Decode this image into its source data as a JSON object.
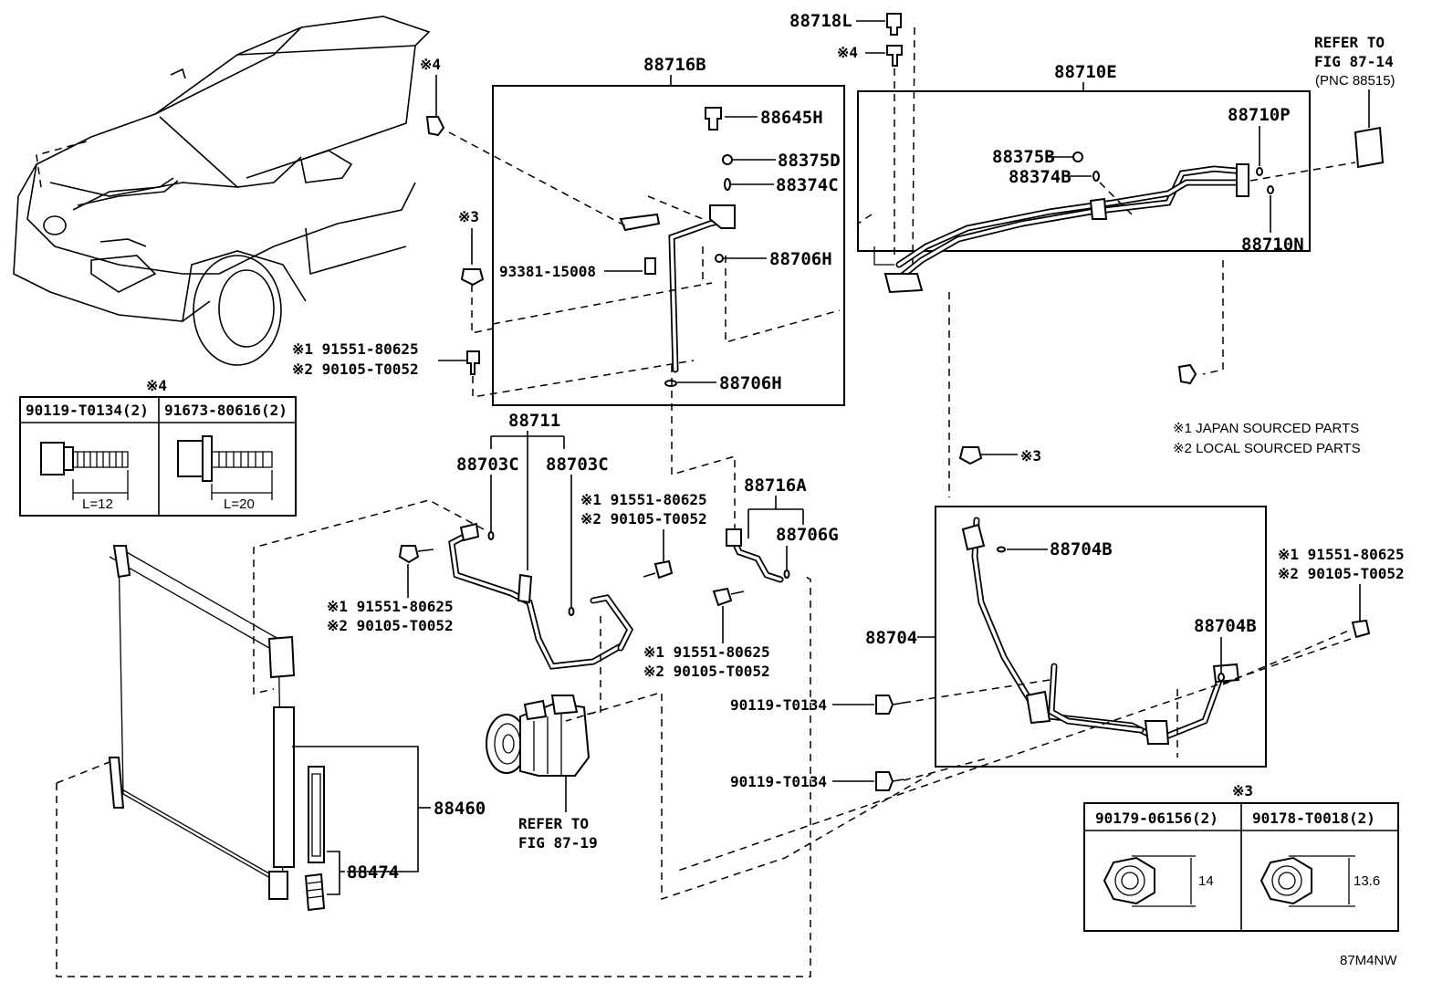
{
  "labels": {
    "p88718L": "88718L",
    "mark4_top": "※4",
    "p88716B": "88716B",
    "p88710E": "88710E",
    "refer_fig_87_14_l1": "REFER TO",
    "refer_fig_87_14_l2": "FIG 87-14",
    "refer_fig_87_14_l3": "(PNC 88515)",
    "mark4_left": "※4",
    "p88645H": "88645H",
    "p88375D": "88375D",
    "p88374C": "88374C",
    "p88710P": "88710P",
    "p88375B": "88375B",
    "p88374B": "88374B",
    "p88710N": "88710N",
    "mark3_left": "※3",
    "p93381_15008": "93381-15008",
    "p88706H_upper": "88706H",
    "p88706H_lower": "88706H",
    "bolt_a_l1": "※1 91551-80625",
    "bolt_a_l2": "※2 90105-T0052",
    "p88711": "88711",
    "p88703C_left": "88703C",
    "p88703C_right": "88703C",
    "bolt_b_l1": "※1 91551-80625",
    "bolt_b_l2": "※2 90105-T0052",
    "bolt_c_l1": "※1 91551-80625",
    "bolt_c_l2": "※2 90105-T0052",
    "bolt_d_l1": "※1 91551-80625",
    "bolt_d_l2": "※2 90105-T0052",
    "bolt_e_l1": "※1 91551-80625",
    "bolt_e_l2": "※2 90105-T0052",
    "p88716A": "88716A",
    "p88706G": "88706G",
    "mark3_right": "※3",
    "p88704B_upper": "88704B",
    "p88704B_lower": "88704B",
    "p88704": "88704",
    "p90119_T0134_a": "90119-T0134",
    "p90119_T0134_b": "90119-T0134",
    "p88460": "88460",
    "p88474": "88474",
    "refer_fig_87_19_l1": "REFER TO",
    "refer_fig_87_19_l2": "FIG 87-19",
    "diagram_id": "87M4NW"
  },
  "legend_notes": {
    "note1": "※1 JAPAN SOURCED PARTS",
    "note2": "※2 LOCAL SOURCED PARTS"
  },
  "table_bolts": {
    "mark": "※4",
    "col1": "90119-T0134(2)",
    "col2": "91673-80616(2)",
    "len1": "L=12",
    "len2": "L=20"
  },
  "table_nuts": {
    "mark": "※3",
    "col1": "90179-06156(2)",
    "col2": "90178-T0018(2)",
    "size1": "14",
    "size2": "13.6"
  }
}
